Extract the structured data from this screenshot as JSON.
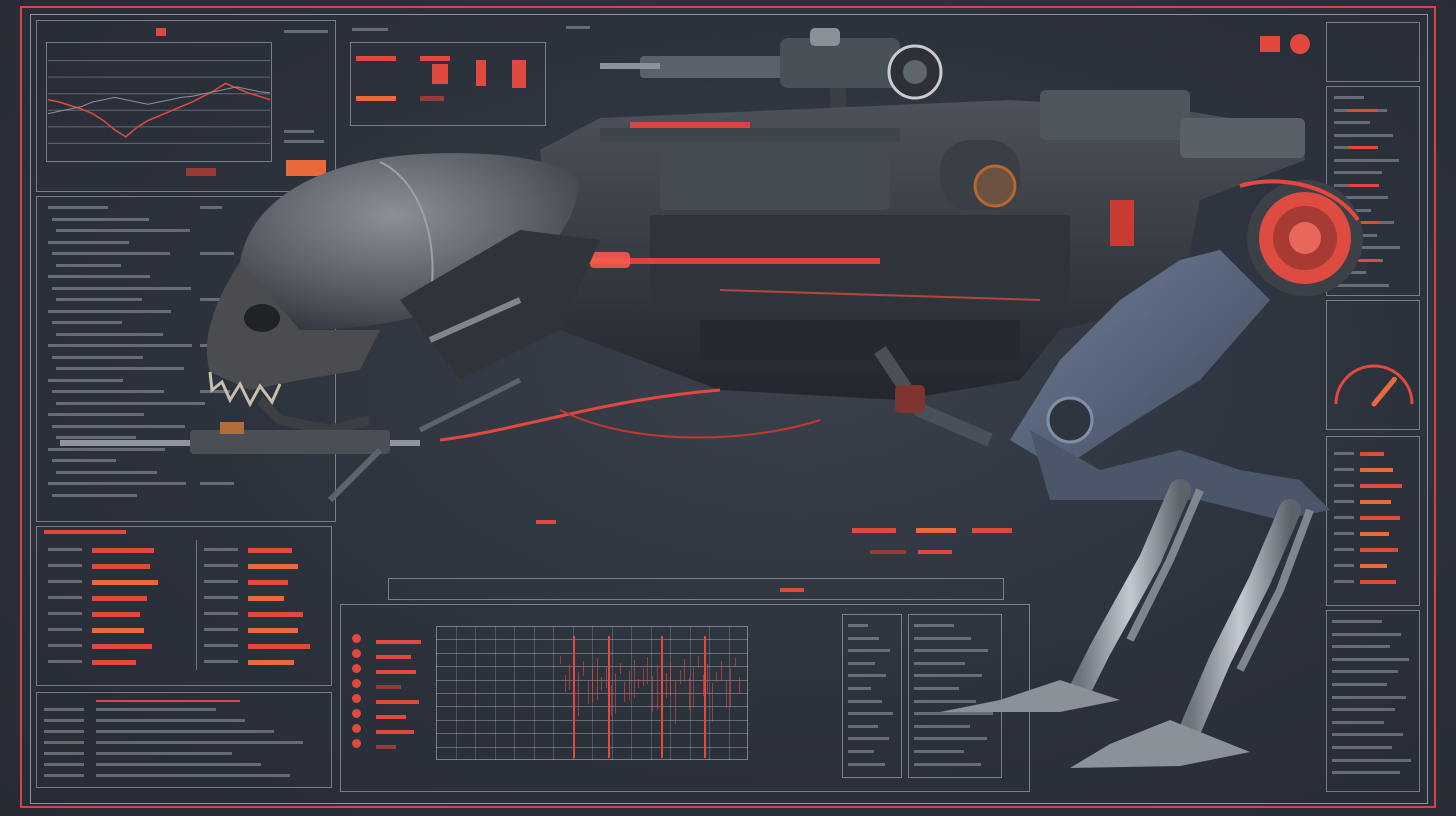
{
  "palette": {
    "background": "#2c323c",
    "frame": "#d8453e",
    "panel_border": "#c9d2df",
    "accent_red": "#e2493e",
    "accent_orange": "#e86a3c",
    "hull_grey": "#5d646d",
    "limb_blue": "#56647c",
    "chrome": "#a6adb7"
  },
  "icons": {
    "chart": "line-chart-icon",
    "gauge": "gauge-dial-icon",
    "status": "status-dot-icon"
  },
  "chart_data": {
    "type": "line",
    "series": [
      {
        "values": [
          52,
          50,
          47,
          44,
          40,
          34,
          26,
          20,
          28,
          34,
          38,
          42,
          46,
          50,
          55,
          60,
          66,
          62,
          58,
          55,
          52
        ]
      },
      {
        "values": [
          40,
          42,
          44,
          46,
          50,
          52,
          54,
          52,
          50,
          48,
          50,
          52,
          54,
          55,
          57,
          59,
          61,
          63,
          61,
          59,
          58
        ]
      }
    ],
    "ylim": [
      0,
      100
    ],
    "grid": true
  },
  "gauge": {
    "level": 0.72
  },
  "level_bars_left": [
    0.62,
    0.58,
    0.66,
    0.55,
    0.48,
    0.52,
    0.6,
    0.44
  ],
  "level_bars_right": [
    0.44,
    0.5,
    0.4,
    0.36,
    0.55,
    0.5,
    0.62,
    0.46
  ],
  "scan_lines": [
    0.44,
    0.55,
    0.72,
    0.86
  ]
}
